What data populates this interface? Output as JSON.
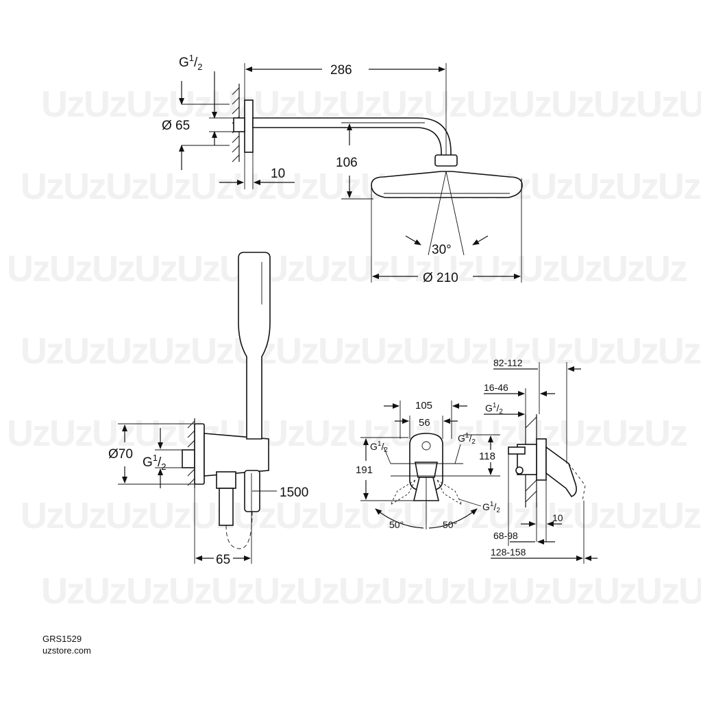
{
  "watermark": {
    "text": "UzUzUzUzUzUzUzUzUzUzUzUzUzUzUzUz"
  },
  "overhead_shower": {
    "thread_label": "G",
    "thread_sup": "1",
    "thread_sub": "2",
    "flange_diameter": "Ø 65",
    "arm_length": "286",
    "wall_offset": "10",
    "drop_height": "106",
    "spray_angle": "30°",
    "head_diameter": "Ø 210"
  },
  "hand_shower": {
    "outlet_diameter": "Ø70",
    "thread_label": "G",
    "thread_sup": "1",
    "thread_sub": "2",
    "hose_length": "1500",
    "projection": "65"
  },
  "mixer_front": {
    "outer_width": "105",
    "inner_width": "56",
    "height": "191",
    "inlet_height": "118",
    "thread_left_label": "G",
    "thread_right_label": "G",
    "thread_bottom_label": "G",
    "thread_sup": "1",
    "thread_sub": "2",
    "angle_left": "50°",
    "angle_right": "50°"
  },
  "mixer_side": {
    "depth_range": "82-112",
    "cover_range": "16-46",
    "thread_label": "G",
    "thread_sup": "1",
    "thread_sub": "2",
    "wall_offset": "10",
    "body_range": "68-98",
    "total_range": "128-158"
  },
  "footer": {
    "product_code": "GRS1529",
    "website": "uzstore.com"
  }
}
